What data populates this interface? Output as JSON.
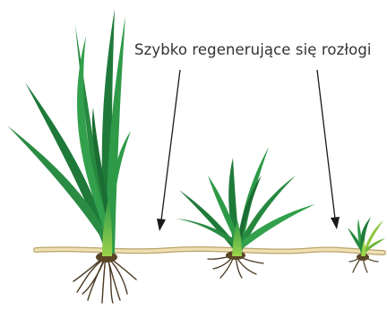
{
  "caption": "Szybko regenerujące się rozłogi",
  "colors": {
    "leaf_dark": "#1f7a3a",
    "leaf_mid": "#2e9a48",
    "leaf_light": "#8cc63f",
    "stolon": "#e8d9a8",
    "stolon_edge": "#b9a36a",
    "root": "#4a3a22",
    "arrow": "#1a1a1a"
  },
  "plants": [
    {
      "name": "large-grass-plant"
    },
    {
      "name": "medium-grass-plant"
    },
    {
      "name": "small-grass-plant"
    }
  ]
}
